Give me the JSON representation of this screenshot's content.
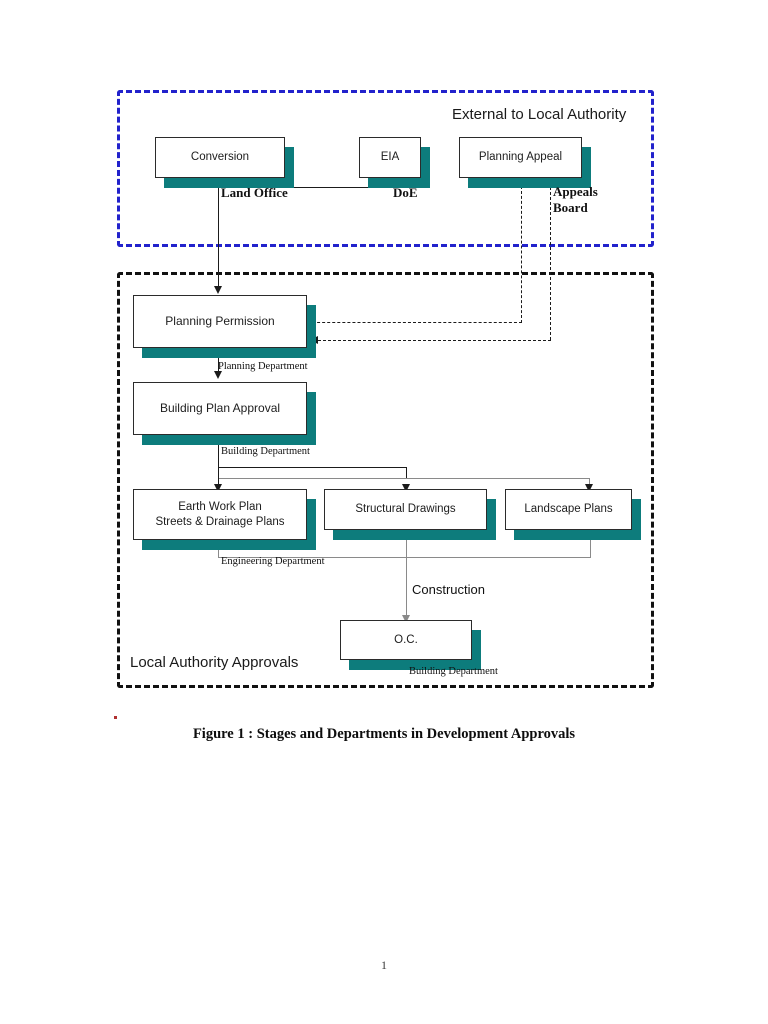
{
  "figure": {
    "caption": "Figure 1 : Stages and Departments in Development Approvals",
    "page_number": "1"
  },
  "zones": [
    {
      "id": "external",
      "label": "External to Local Authority",
      "border_color": "#2222cc",
      "border_style": "dashed"
    },
    {
      "id": "local",
      "label": "Local Authority Approvals",
      "border_color": "#111111",
      "border_style": "dashed"
    }
  ],
  "theme": {
    "box_fill": "#ffffff",
    "box_border": "#2b2b2b",
    "box_shadow": "#0d7c7c",
    "connector": "#1b1b1b",
    "connector_gray": "#8a8a8a"
  },
  "nodes": {
    "conversion": {
      "label": "Conversion",
      "zone": "external"
    },
    "eia": {
      "label": "EIA",
      "zone": "external"
    },
    "planning_appeal": {
      "label": "Planning Appeal",
      "zone": "external"
    },
    "planning_permission": {
      "label": "Planning Permission",
      "zone": "local"
    },
    "building_plan": {
      "label": "Building Plan Approval",
      "zone": "local"
    },
    "earth_work": {
      "label_line1": "Earth Work Plan",
      "label_line2": "Streets & Drainage Plans",
      "zone": "local"
    },
    "structural": {
      "label": "Structural Drawings",
      "zone": "local"
    },
    "landscape": {
      "label": "Landscape Plans",
      "zone": "local"
    },
    "oc": {
      "label": "O.C.",
      "zone": "local"
    }
  },
  "tags": {
    "land_office": "Land Office",
    "doe": "DoE",
    "appeals_board_line1": "Appeals",
    "appeals_board_line2": "Board",
    "planning_department": "Planning Department",
    "building_department": "Building Department",
    "engineering_department": "Engineering Department",
    "building_department_oc": "Building Department",
    "construction": "Construction"
  }
}
